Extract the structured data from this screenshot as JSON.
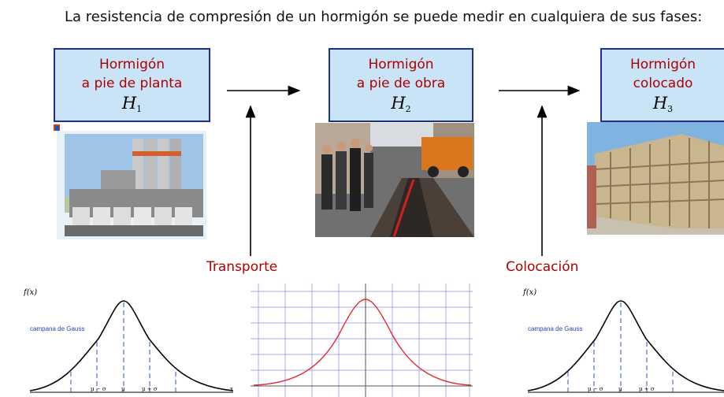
{
  "intro_text": "La resistencia de compresión de un hormigón se puede medir en cualquiera de sus fases:",
  "stages": [
    {
      "line1": "Hormigón",
      "line2": "a pie de planta",
      "symbol": "H",
      "subscript": "1"
    },
    {
      "line1": "Hormigón",
      "line2": "a pie de obra",
      "symbol": "H",
      "subscript": "2"
    },
    {
      "line1": "Hormigón",
      "line2": "colocado",
      "symbol": "H",
      "subscript": "3"
    }
  ],
  "transitions": [
    "Transporte",
    "Colocación"
  ],
  "gauss_labels": {
    "fx": "f(x)",
    "caption": "campana de Gauss",
    "mu_minus_sigma": "μ − σ",
    "mu": "μ",
    "mu_plus_sigma": "μ + σ",
    "x": "x"
  },
  "colors": {
    "box_fill": "#c9e4f7",
    "box_border": "#1f2f8c",
    "label_red": "#b00000",
    "gauss_red": "#e03030",
    "grid_blue": "#8f8fe8"
  }
}
